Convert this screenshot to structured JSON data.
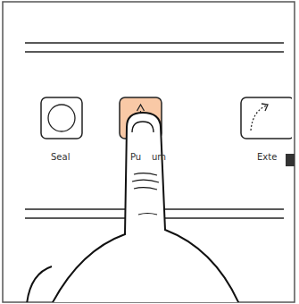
{
  "diagram": {
    "labels": [
      "Seal",
      "Pu",
      "um",
      "Exte"
    ]
  }
}
